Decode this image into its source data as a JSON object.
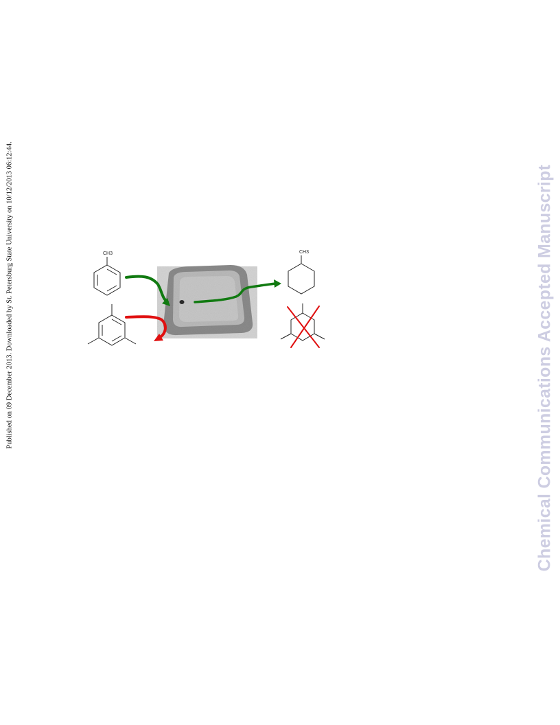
{
  "side_note": "Published on 09 December 2013. Downloaded by St. Petersburg State University on 10/12/2013 06:12:44.",
  "watermark": "Chemical Communications Accepted Manuscript",
  "figure": {
    "molecule_labels": {
      "toluene_substituent": "CH3",
      "methylcyclohexane_substituent": "CH3"
    },
    "colors": {
      "pass_arrow": "#117a11",
      "reject_arrow": "#e01010",
      "cross_mark": "#e01010",
      "crystal_outer": "#8c8c8c",
      "crystal_inner": "#c3c3c3",
      "photo_background": "#d6d6d6"
    },
    "icons": {
      "toluene": "benzene-ring-methyl-icon",
      "mesitylene": "trimethylbenzene-icon",
      "methylcyclohexane": "cyclohexane-methyl-icon",
      "trimethylcyclohexane": "trimethylcyclohexane-icon"
    }
  }
}
